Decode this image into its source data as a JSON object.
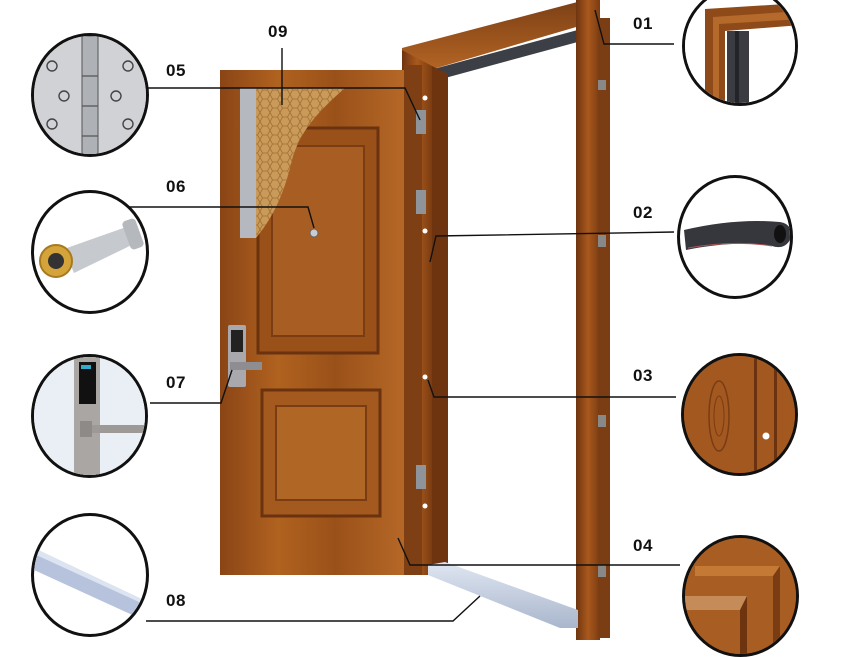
{
  "diagram": {
    "subject": "Steel door with frame — component callouts",
    "colors": {
      "wood_dark": "#7a3e14",
      "wood_mid": "#a5581f",
      "wood_light": "#c47a35",
      "steel": "#b8bcc2",
      "callout_line": "#111111",
      "background": "#ffffff"
    },
    "callouts": [
      {
        "id": "01",
        "label": "01",
        "part": "door-frame-corner",
        "side": "right"
      },
      {
        "id": "02",
        "label": "02",
        "part": "rubber-seal-gasket",
        "side": "right"
      },
      {
        "id": "03",
        "label": "03",
        "part": "frame-wood-grain-surface",
        "side": "right"
      },
      {
        "id": "04",
        "label": "04",
        "part": "raised-panel-molding",
        "side": "right"
      },
      {
        "id": "05",
        "label": "05",
        "part": "hinge",
        "side": "left"
      },
      {
        "id": "06",
        "label": "06",
        "part": "door-peephole-viewer",
        "side": "left"
      },
      {
        "id": "07",
        "label": "07",
        "part": "digital-keypad-lock",
        "side": "left"
      },
      {
        "id": "08",
        "label": "08",
        "part": "threshold-sill",
        "side": "left"
      },
      {
        "id": "09",
        "label": "09",
        "part": "honeycomb-core-insulation",
        "side": "top"
      }
    ]
  }
}
